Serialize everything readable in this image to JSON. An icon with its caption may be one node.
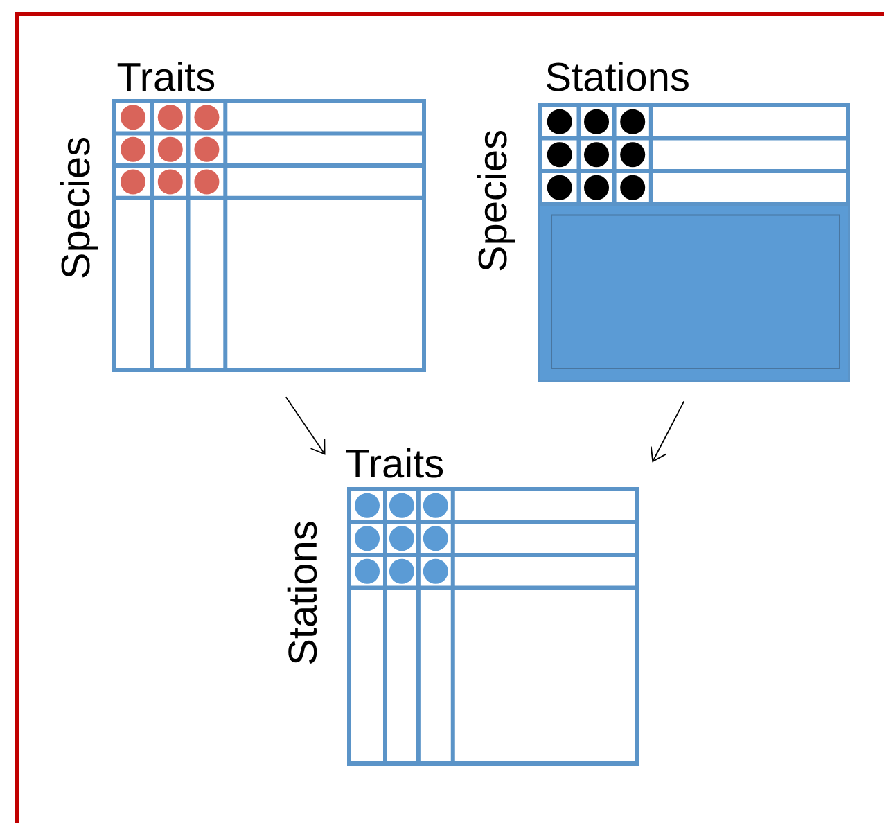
{
  "diagram": {
    "nodes": [
      {
        "text": [
          "Traits",
          "Species"
        ]
      },
      {
        "text": [
          "Stations",
          "Species"
        ]
      },
      {
        "text": [
          "Traits",
          "Stations"
        ]
      }
    ],
    "edges": [
      {
        "from": 0,
        "to": 2,
        "arrow": "to"
      },
      {
        "from": 1,
        "to": 2,
        "arrow": "to"
      }
    ]
  }
}
